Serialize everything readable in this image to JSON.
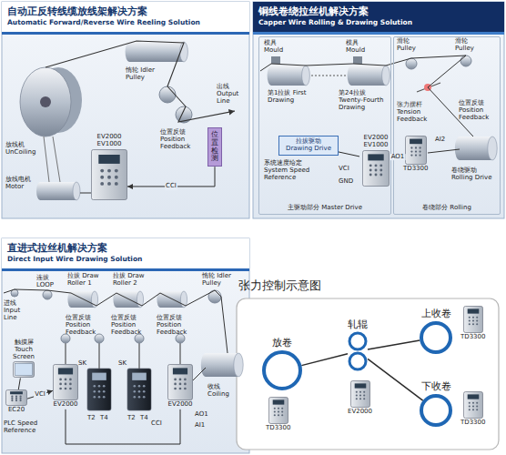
{
  "diagram": {
    "nodes": [
      {
        "text": [
          "自动正反转线缆放线架解决方案",
          "Automatic Forward/Reverse Wire Reeling Solution"
        ]
      },
      {
        "text": [
          "EV2000 EV1000"
        ],
        "in": 0
      },
      {
        "text": [
          "位置检测"
        ],
        "in": 0
      },
      {
        "text": [
          "铜线卷绕拉丝机解决方案",
          "Capper Wire Rolling & Drawing Solution"
        ]
      },
      {
        "text": [
          "主驱动部分 Master Drive"
        ],
        "in": 3
      },
      {
        "text": [
          "卷绕部分 Rolling"
        ],
        "in": 3
      },
      {
        "text": [
          "拉拔驱动 Drawing Drive"
        ],
        "in": 4
      },
      {
        "text": [
          "EV2000 EV1000"
        ],
        "in": 4
      },
      {
        "text": [
          "TD3300"
        ],
        "in": 5
      },
      {
        "text": [
          "直进式拉丝机解决方案",
          "Direct Input Wire Drawing Solution"
        ]
      },
      {
        "text": [
          "触摸屏 Touch Screen"
        ],
        "in": 9
      },
      {
        "text": [
          "EC20"
        ],
        "in": 9
      },
      {
        "text": [
          "EV2000"
        ],
        "in": 9
      },
      {
        "text": [
          "EV2000"
        ],
        "in": 9
      },
      {
        "text": [
          "张力控制示意图"
        ]
      },
      {
        "text": [
          "放卷"
        ],
        "in": 14
      },
      {
        "text": [
          "轧辊"
        ],
        "in": 14
      },
      {
        "text": [
          "上收卷"
        ],
        "in": 14
      },
      {
        "text": [
          "下收卷"
        ],
        "in": 14
      },
      {
        "text": [
          "TD3300"
        ],
        "in": 14
      },
      {
        "text": [
          "EV2000"
        ],
        "in": 14
      },
      {
        "text": [
          "TD3300"
        ],
        "in": 14
      },
      {
        "text": [
          "TD3300"
        ],
        "in": 14
      }
    ],
    "edges": [
      {
        "from": 2,
        "to": 1,
        "arrow": "to",
        "label": "CCI"
      },
      {
        "from": 6,
        "to": 7,
        "arrow": "none"
      },
      {
        "from": 7,
        "to": 8,
        "arrow": "to",
        "label": "AO1"
      },
      {
        "from": 10,
        "to": 11,
        "arrow": "none"
      },
      {
        "from": 11,
        "to": 12,
        "arrow": "to",
        "label": "VCI"
      },
      {
        "from": 12,
        "to": 13,
        "arrow": "none"
      },
      {
        "from": 15,
        "to": 16,
        "arrow": "none"
      },
      {
        "from": 16,
        "to": 17,
        "arrow": "none"
      },
      {
        "from": 16,
        "to": 18,
        "arrow": "none"
      }
    ],
    "labels": [
      "放线机 UnCoiling",
      "放线电机 Motor",
      "惰轮 Idler Pulley",
      "位置反馈 Position Feedback",
      "出线 Output Line",
      "模具 Mould",
      "模具 Mould",
      "第1拉拔 First Drawing",
      "第24拉拔 Twenty-Fourth Drawing",
      "系统速度给定 System Speed Reference",
      "VCI",
      "GND",
      "滑轮 Pulley",
      "滑轮 Pulley",
      "张力摆杆 Tension Feedback",
      "位置反馈 Position Feedback",
      "AI2",
      "卷绕驱动 Rolling Drive",
      "进线 Input Line",
      "连拔 LOOP",
      "拉拔 Draw Roller 1",
      "拉拔 Draw Roller 2",
      "惰轮 Idler Pulley",
      "位置反馈 Position Feedback",
      "位置反馈 Position Feedback",
      "位置反馈 Position Feedback",
      "SK",
      "T2",
      "T4",
      "SK",
      "T2",
      "T4",
      "CCI",
      "AO1",
      "AI1",
      "收线 Coiling",
      "PLC Speed Reference"
    ]
  }
}
